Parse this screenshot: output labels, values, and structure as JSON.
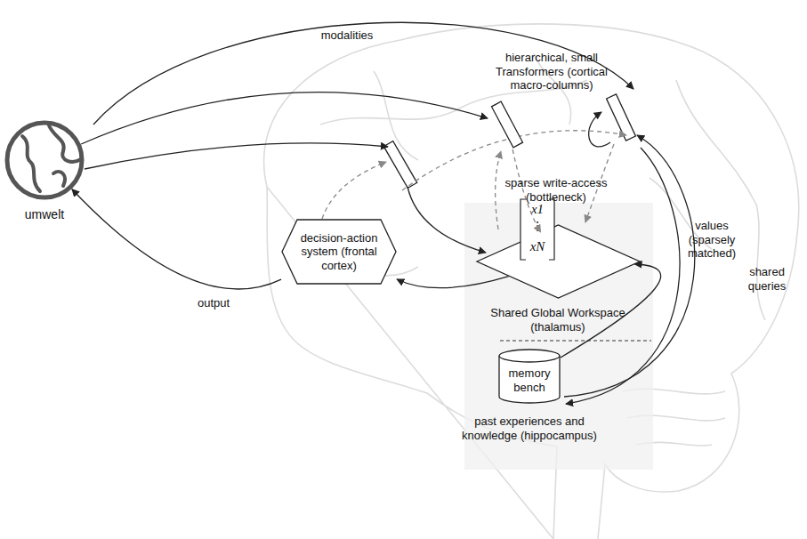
{
  "diagram": {
    "nodes": [
      {
        "text": [
          "umwelt"
        ]
      },
      {
        "text": [
          "hierarchical, small Transformers (cortical macro-columns)"
        ]
      },
      {
        "text": [
          "decision-action system (frontal cortex)"
        ]
      },
      {
        "text": [
          "x1",
          "⋮",
          "xN",
          "Shared Global Workspace (thalamus)"
        ]
      },
      {
        "text": [
          "memory bench",
          "past experiences and knowledge (hippocampus)"
        ]
      }
    ],
    "edges": [
      {
        "from": 0,
        "to": 1,
        "arrow": "to"
      },
      {
        "from": 1,
        "to": 3,
        "arrow": "to",
        "label": "sparse write-access (bottleneck)"
      },
      {
        "from": 3,
        "to": 2,
        "arrow": "to"
      },
      {
        "from": 4,
        "to": 3,
        "arrow": "to",
        "label": "values (sparsely matched)"
      },
      {
        "from": 2,
        "to": 0,
        "arrow": "to",
        "label": "output"
      }
    ],
    "labels": [
      "modalities",
      "shared queries"
    ]
  }
}
